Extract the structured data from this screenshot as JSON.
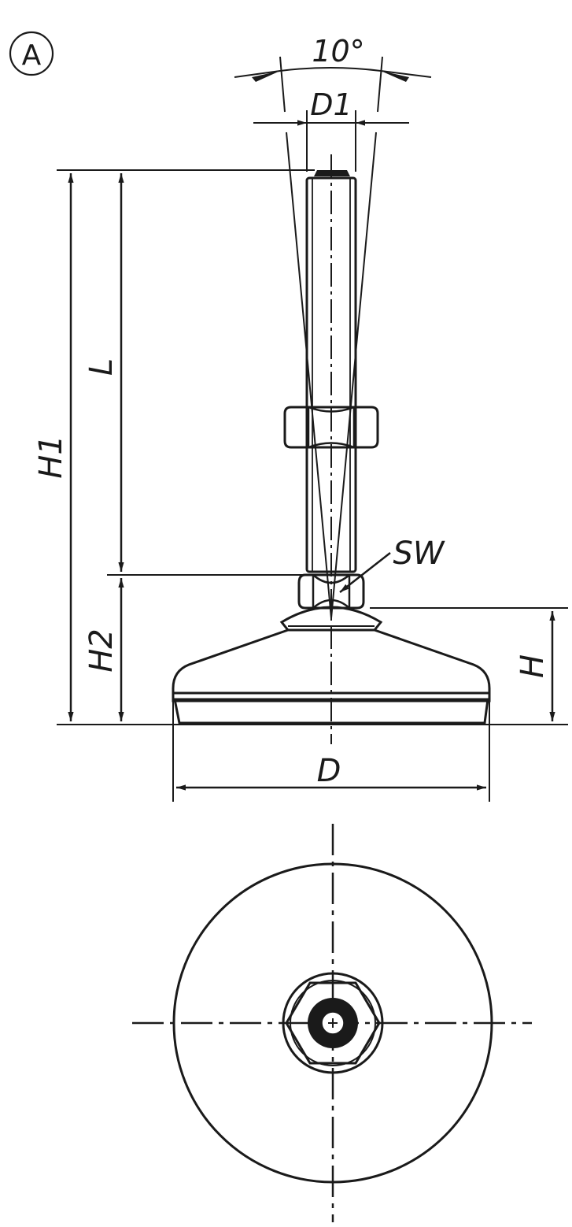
{
  "drawing": {
    "view_label": "A",
    "colors": {
      "line": "#1a1a1a",
      "background": "#ffffff"
    },
    "dimensions": {
      "angle": "10°",
      "stud_diameter": "D1",
      "overall_height": "H1",
      "stud_length": "L",
      "base_to_hex_height": "H2",
      "wrench_size": "SW",
      "base_height": "H",
      "base_diameter": "D"
    },
    "views": [
      "side-elevation",
      "bottom-plan"
    ]
  }
}
